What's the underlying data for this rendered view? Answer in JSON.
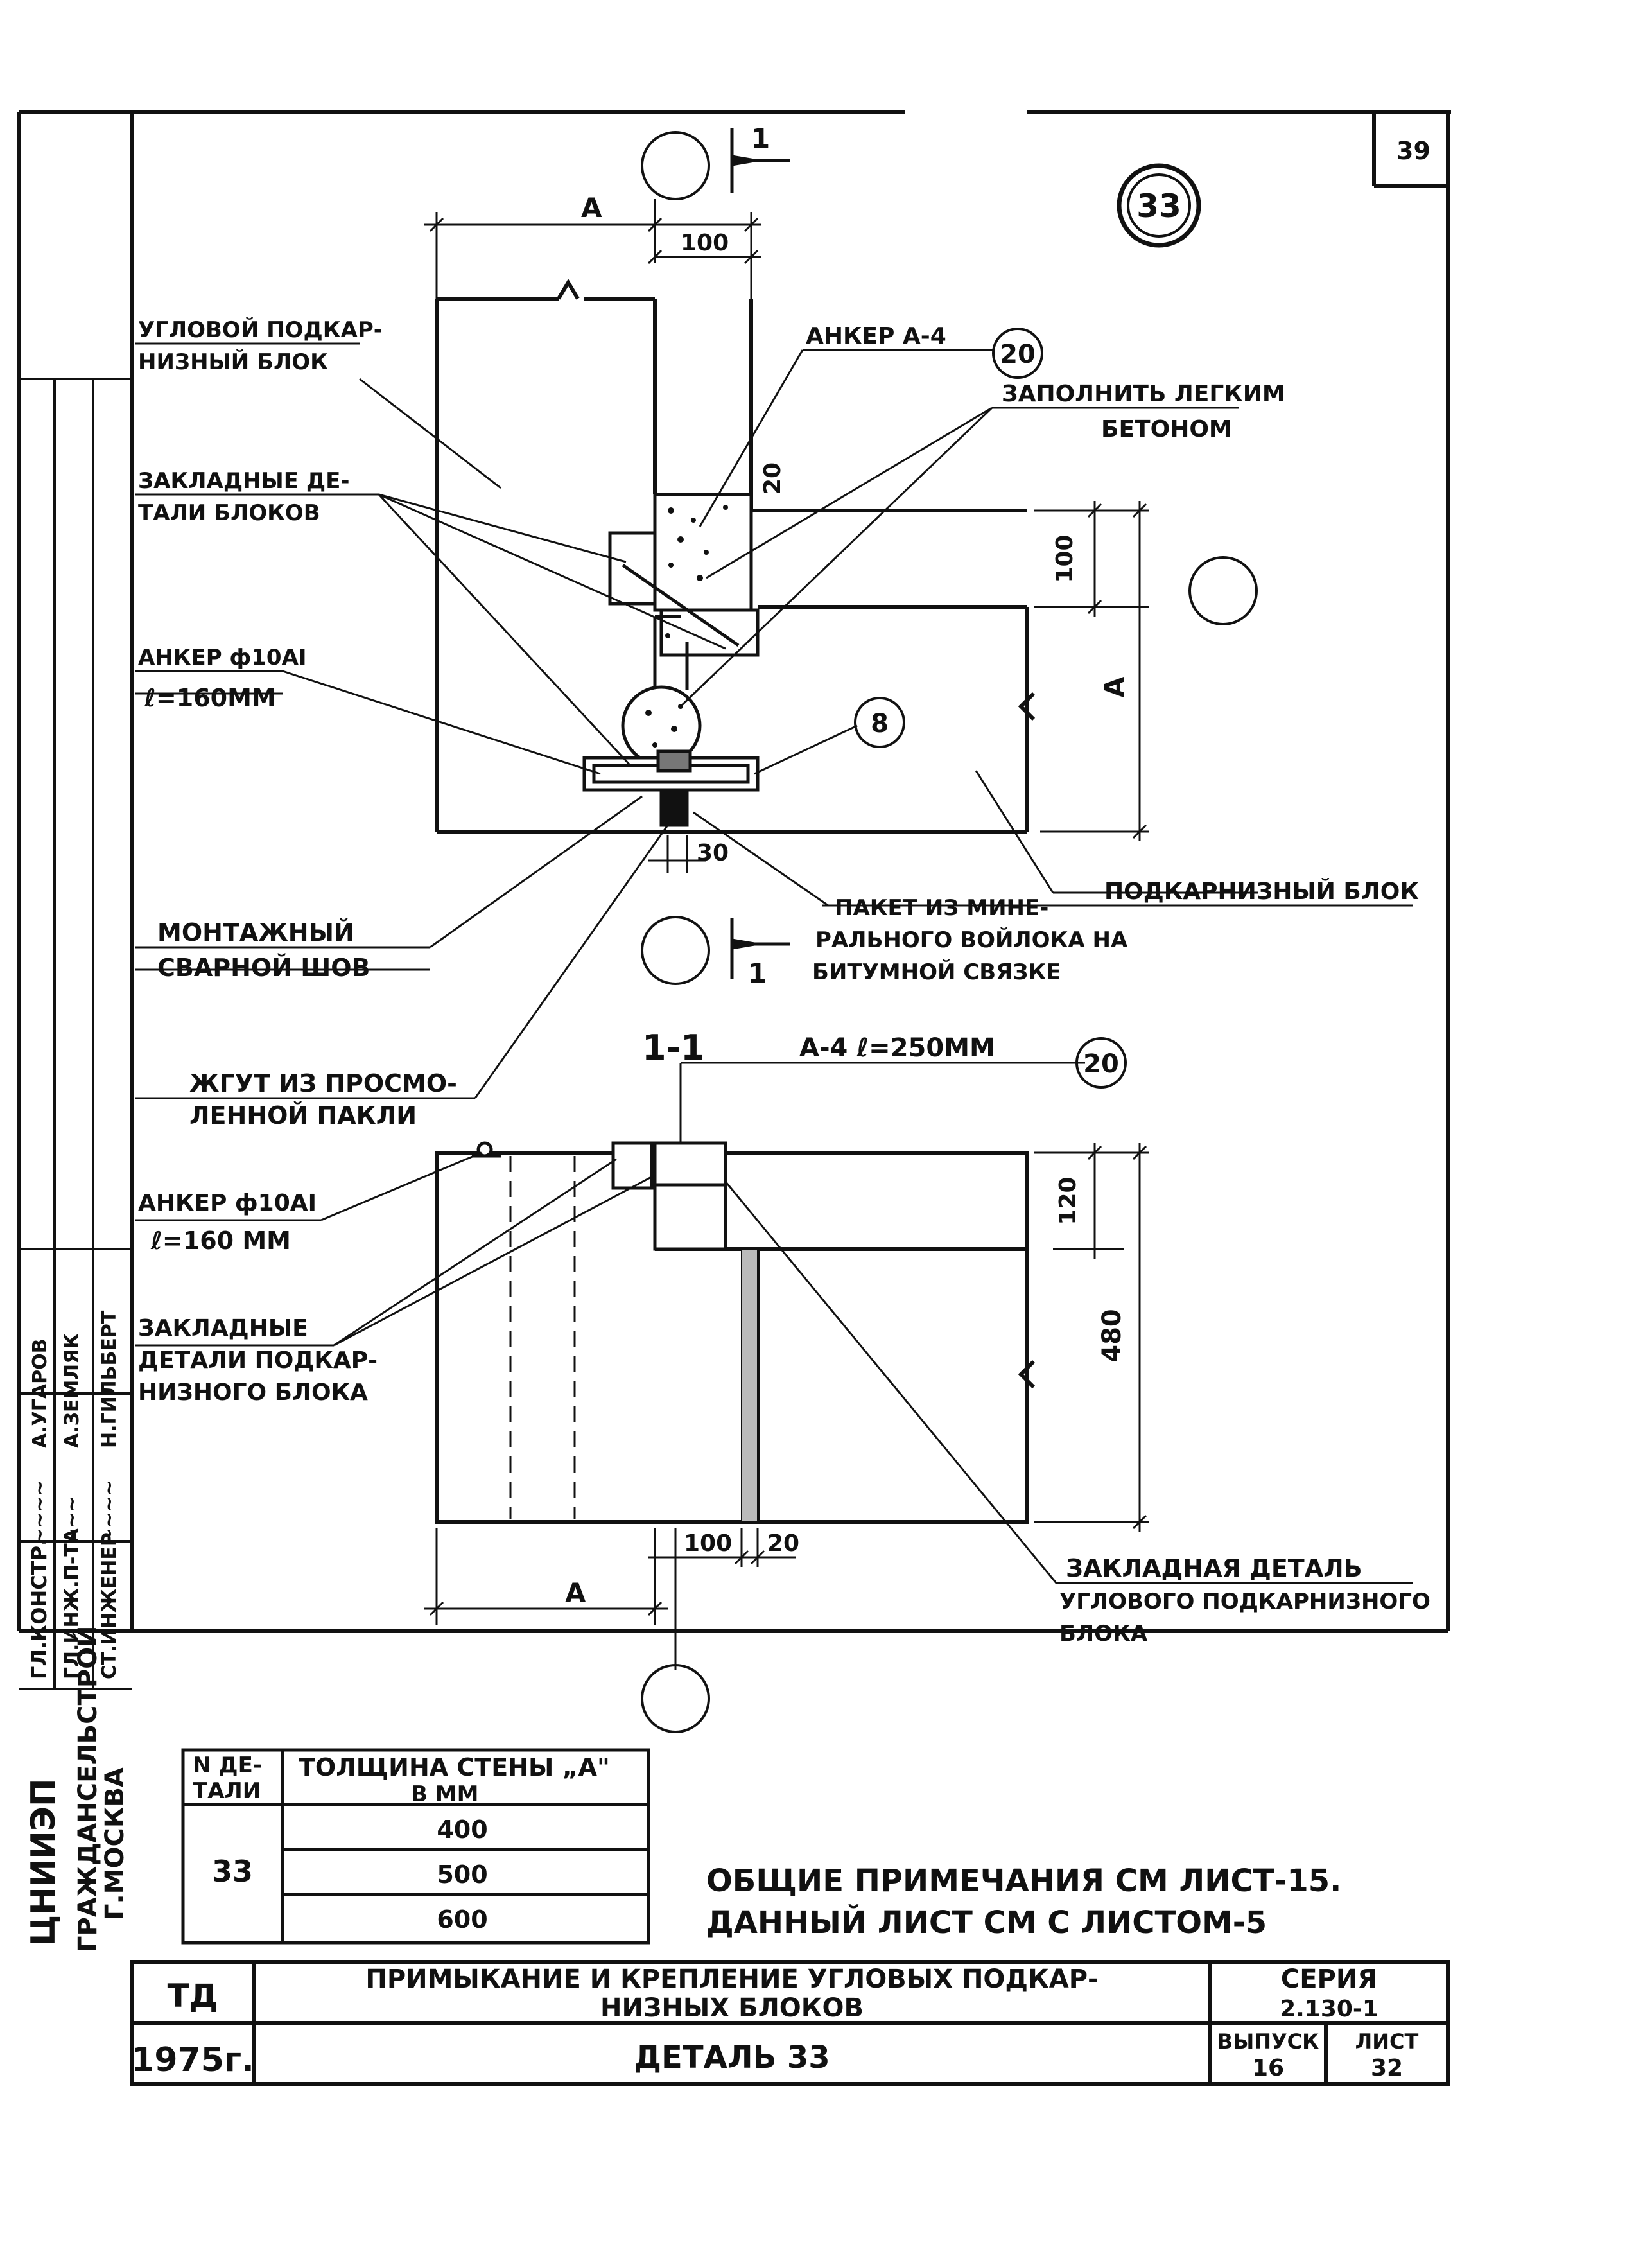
{
  "sheet": {
    "page_number": "39",
    "detail_circle": "33",
    "section_mark": "1",
    "section_title": "1-1"
  },
  "plan": {
    "dim_A_top": "A",
    "dim_100_top": "100",
    "dim_20": "20",
    "dim_100_right": "100",
    "dim_A_right": "A",
    "dim_30": "30",
    "callout_20": "20",
    "callout_8": "8"
  },
  "labels": {
    "corner_block": [
      "УГЛОВОЙ ПОДКАР-",
      "НИЗНЫЙ БЛОК"
    ],
    "embedded_parts": [
      "ЗАКЛАДНЫЕ ДЕ-",
      "ТАЛИ БЛОКОВ"
    ],
    "anchor_plan": [
      "АНКЕР ф10АI",
      "ℓ=160ММ"
    ],
    "welded_seam": [
      "МОНТАЖНЫЙ",
      "СВАРНОЙ ШОВ"
    ],
    "tow": [
      "ЖГУТ ИЗ ПРОСМО-",
      "ЛЕННОЙ ПАКЛИ"
    ],
    "anchor_a4": "АНКЕР А-4",
    "fill_concrete": [
      "ЗАПОЛНИТЬ ЛЕГКИМ",
      "БЕТОНОМ"
    ],
    "eaves_block": "ПОДКАРНИЗНЫЙ БЛОК",
    "felt_pack": [
      "ПАКЕТ ИЗ МИНЕ-",
      "РАЛЬНОГО ВОЙЛОКА НА",
      "БИТУМНОЙ СВЯЗКЕ"
    ]
  },
  "section": {
    "anchor_note": "А-4 ℓ=250ММ",
    "callout_20": "20",
    "dim_120": "120",
    "dim_480": "480",
    "dim_100": "100",
    "dim_20": "20",
    "dim_A": "A",
    "anchor_label": [
      "АНКЕР ф10АI",
      "ℓ=160 ММ"
    ],
    "embedded_label": [
      "ЗАКЛАДНЫЕ",
      "ДЕТАЛИ ПОДКАР-",
      "НИЗНОГО БЛОКА"
    ],
    "corner_embedded_label": [
      "ЗАКЛАДНАЯ ДЕТАЛЬ",
      "УГЛОВОГО ПОДКАРНИЗНОГО",
      "БЛОКА"
    ]
  },
  "table": {
    "header_col1": [
      "N ДЕ-",
      "ТАЛИ"
    ],
    "header_col2": [
      "ТОЛЩИНА СТЕНЫ „А\"",
      "В ММ"
    ],
    "detail_number": "33",
    "thicknesses": [
      "400",
      "500",
      "600"
    ]
  },
  "notes": [
    "ОБЩИЕ ПРИМЕЧАНИЯ СМ ЛИСТ-15.",
    "ДАННЫЙ ЛИСТ СМ С ЛИСТОМ-5"
  ],
  "title_block": {
    "code": "ТД",
    "title": [
      "ПРИМЫКАНИЕ И КРЕПЛЕНИЕ УГЛОВЫХ ПОДКАР-",
      "НИЗНЫХ БЛОКОВ"
    ],
    "series_label": "СЕРИЯ",
    "series_value": "2.130-1",
    "year": "1975г.",
    "detail": "ДЕТАЛЬ 33",
    "issue_label": "ВЫПУСК",
    "issue_value": "16",
    "sheet_label": "ЛИСТ",
    "sheet_value": "32"
  },
  "side_stamp": {
    "org": "ЦНИИЭП",
    "org_sub": "ГРАЖДАНСЕЛЬСТРОЙ",
    "city": "Г.МОСКВА",
    "roles": [
      "ГЛ.КОНСТР.",
      "ГЛ.ИНЖ.П-ТА",
      "СТ.ИНЖЕНЕР"
    ],
    "names": [
      "А.УГАРОВ",
      "А.ЗЕМЛЯК",
      "Н.ГИЛЬБЕРТ"
    ]
  }
}
